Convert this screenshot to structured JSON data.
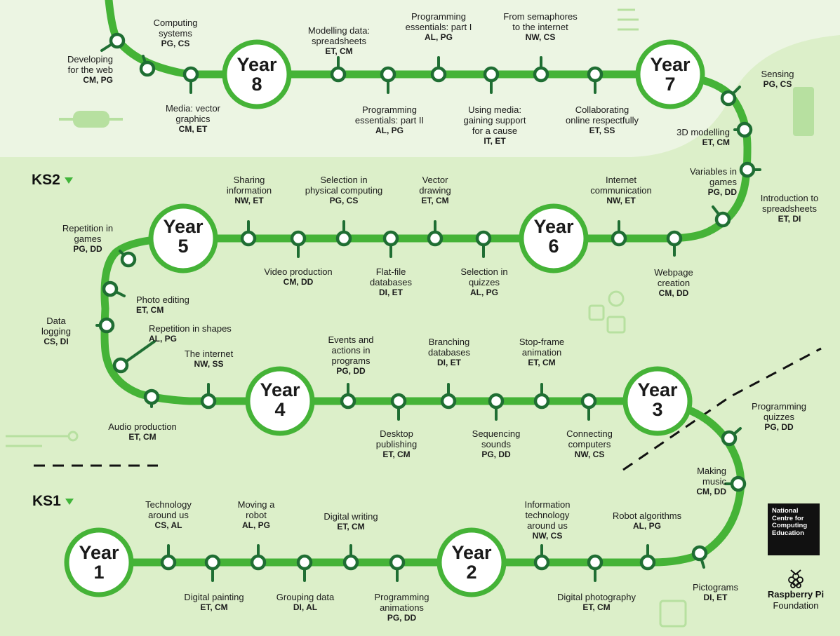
{
  "colors": {
    "route": "#45b337",
    "route_dark": "#1f6e33",
    "bg_ks2": "#dcefc9",
    "bg_ks3": "#ecf5e3",
    "deco": "#b7e0a0",
    "year_fill": "#ffffff",
    "text": "#1b1b1b"
  },
  "key_stages": {
    "ks2": "KS2",
    "ks1": "KS1"
  },
  "years": {
    "y1": {
      "word": "Year",
      "num": "1"
    },
    "y2": {
      "word": "Year",
      "num": "2"
    },
    "y3": {
      "word": "Year",
      "num": "3"
    },
    "y4": {
      "word": "Year",
      "num": "4"
    },
    "y5": {
      "word": "Year",
      "num": "5"
    },
    "y6": {
      "word": "Year",
      "num": "6"
    },
    "y7": {
      "word": "Year",
      "num": "7"
    },
    "y8": {
      "word": "Year",
      "num": "8"
    }
  },
  "units": {
    "u_web": {
      "lines": [
        "Developing",
        "for the web"
      ],
      "codes": "CM, PG"
    },
    "u_compsys": {
      "lines": [
        "Computing",
        "systems"
      ],
      "codes": "PG, CS"
    },
    "u_vector8": {
      "lines": [
        "Media: vector",
        "graphics"
      ],
      "codes": "CM, ET"
    },
    "u_modelling": {
      "lines": [
        "Modelling data:",
        "spreadsheets"
      ],
      "codes": "ET, CM"
    },
    "u_prog2": {
      "lines": [
        "Programming",
        "essentials: part II"
      ],
      "codes": "AL, PG"
    },
    "u_prog1": {
      "lines": [
        "Programming",
        "essentials: part I"
      ],
      "codes": "AL, PG"
    },
    "u_usingmedia": {
      "lines": [
        "Using media:",
        "gaining support",
        "for a cause"
      ],
      "codes": "IT, ET"
    },
    "u_semaphores": {
      "lines": [
        "From semaphores",
        "to the internet"
      ],
      "codes": "NW, CS"
    },
    "u_collab": {
      "lines": [
        "Collaborating",
        "online respectfully"
      ],
      "codes": "ET, SS"
    },
    "u_sensing": {
      "lines": [
        "Sensing"
      ],
      "codes": "PG, CS"
    },
    "u_3d": {
      "lines": [
        "3D modelling"
      ],
      "codes": "ET, CM"
    },
    "u_intro_ss": {
      "lines": [
        "Introduction to",
        "spreadsheets"
      ],
      "codes": "ET, DI"
    },
    "u_varsgames": {
      "lines": [
        "Variables in",
        "games"
      ],
      "codes": "PG, DD"
    },
    "u_webpage": {
      "lines": [
        "Webpage",
        "creation"
      ],
      "codes": "CM, DD"
    },
    "u_internetcomm": {
      "lines": [
        "Internet",
        "communication"
      ],
      "codes": "NW, ET"
    },
    "u_selquizzes": {
      "lines": [
        "Selection in",
        "quizzes"
      ],
      "codes": "AL, PG"
    },
    "u_vecdraw": {
      "lines": [
        "Vector",
        "drawing"
      ],
      "codes": "ET, CM"
    },
    "u_flatfile": {
      "lines": [
        "Flat-file",
        "databases"
      ],
      "codes": "DI, ET"
    },
    "u_selphys": {
      "lines": [
        "Selection in",
        "physical computing"
      ],
      "codes": "PG, CS"
    },
    "u_video": {
      "lines": [
        "Video production"
      ],
      "codes": "CM, DD"
    },
    "u_sharing": {
      "lines": [
        "Sharing",
        "information"
      ],
      "codes": "NW, ET"
    },
    "u_repgames": {
      "lines": [
        "Repetition in",
        "games"
      ],
      "codes": "PG, DD"
    },
    "u_photo": {
      "lines": [
        "Photo editing"
      ],
      "codes": "ET, CM"
    },
    "u_datalog": {
      "lines": [
        "Data",
        "logging"
      ],
      "codes": "CS, DI"
    },
    "u_repshapes": {
      "lines": [
        "Repetition in shapes"
      ],
      "codes": "AL, PG"
    },
    "u_audio": {
      "lines": [
        "Audio production"
      ],
      "codes": "ET, CM"
    },
    "u_internet": {
      "lines": [
        "The internet"
      ],
      "codes": "NW, SS"
    },
    "u_events": {
      "lines": [
        "Events and",
        "actions in",
        "programs"
      ],
      "codes": "PG, DD"
    },
    "u_desktop": {
      "lines": [
        "Desktop",
        "publishing"
      ],
      "codes": "ET, CM"
    },
    "u_branching": {
      "lines": [
        "Branching",
        "databases"
      ],
      "codes": "DI, ET"
    },
    "u_seqsounds": {
      "lines": [
        "Sequencing",
        "sounds"
      ],
      "codes": "PG, DD"
    },
    "u_stopframe": {
      "lines": [
        "Stop-frame",
        "animation"
      ],
      "codes": "ET, CM"
    },
    "u_connecting": {
      "lines": [
        "Connecting",
        "computers"
      ],
      "codes": "NW, CS"
    },
    "u_progquiz": {
      "lines": [
        "Programming",
        "quizzes"
      ],
      "codes": "PG, DD"
    },
    "u_music": {
      "lines": [
        "Making",
        "music"
      ],
      "codes": "CM, DD"
    },
    "u_pictograms": {
      "lines": [
        "Pictograms"
      ],
      "codes": "DI, ET"
    },
    "u_robotalg": {
      "lines": [
        "Robot algorithms"
      ],
      "codes": "AL, PG"
    },
    "u_digphoto": {
      "lines": [
        "Digital photography"
      ],
      "codes": "ET, CM"
    },
    "u_infotech": {
      "lines": [
        "Information",
        "technology",
        "around us"
      ],
      "codes": "NW, CS"
    },
    "u_proganim": {
      "lines": [
        "Programming",
        "animations"
      ],
      "codes": "PG, DD"
    },
    "u_digwriting": {
      "lines": [
        "Digital writing"
      ],
      "codes": "ET, CM"
    },
    "u_grouping": {
      "lines": [
        "Grouping data"
      ],
      "codes": "DI, AL"
    },
    "u_robot": {
      "lines": [
        "Moving a",
        "robot"
      ],
      "codes": "AL, PG"
    },
    "u_painting": {
      "lines": [
        "Digital painting"
      ],
      "codes": "ET, CM"
    },
    "u_techaround": {
      "lines": [
        "Technology",
        "around us"
      ],
      "codes": "CS, AL"
    }
  },
  "logos": {
    "ncce": [
      "National",
      "Centre for",
      "Computing",
      "Education"
    ],
    "rpf_line1": "Raspberry Pi",
    "rpf_line2": "Foundation"
  }
}
